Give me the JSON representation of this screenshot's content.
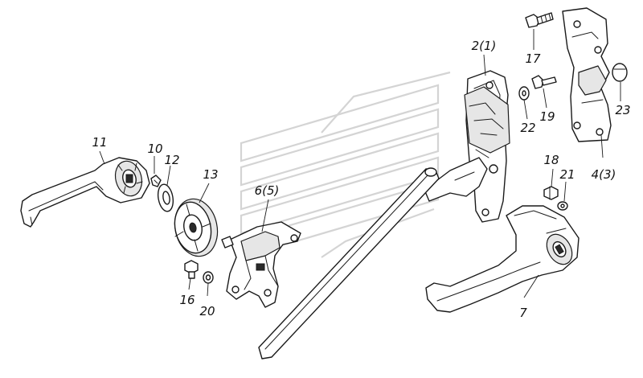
{
  "labels": {
    "p11": "11",
    "p10": "10",
    "p12": "12",
    "p13": "13",
    "p6": "6(5)",
    "p16": "16",
    "p20": "20",
    "p2": "2(1)",
    "p17": "17",
    "p22": "22",
    "p19": "19",
    "p23": "23",
    "p4": "4(3)",
    "p18": "18",
    "p21": "21",
    "p7": "7"
  },
  "colors": {
    "line": "#1a1a1a",
    "shade": "#e6e6e6",
    "watermark": "#d4d4d4",
    "background": "#ffffff"
  }
}
